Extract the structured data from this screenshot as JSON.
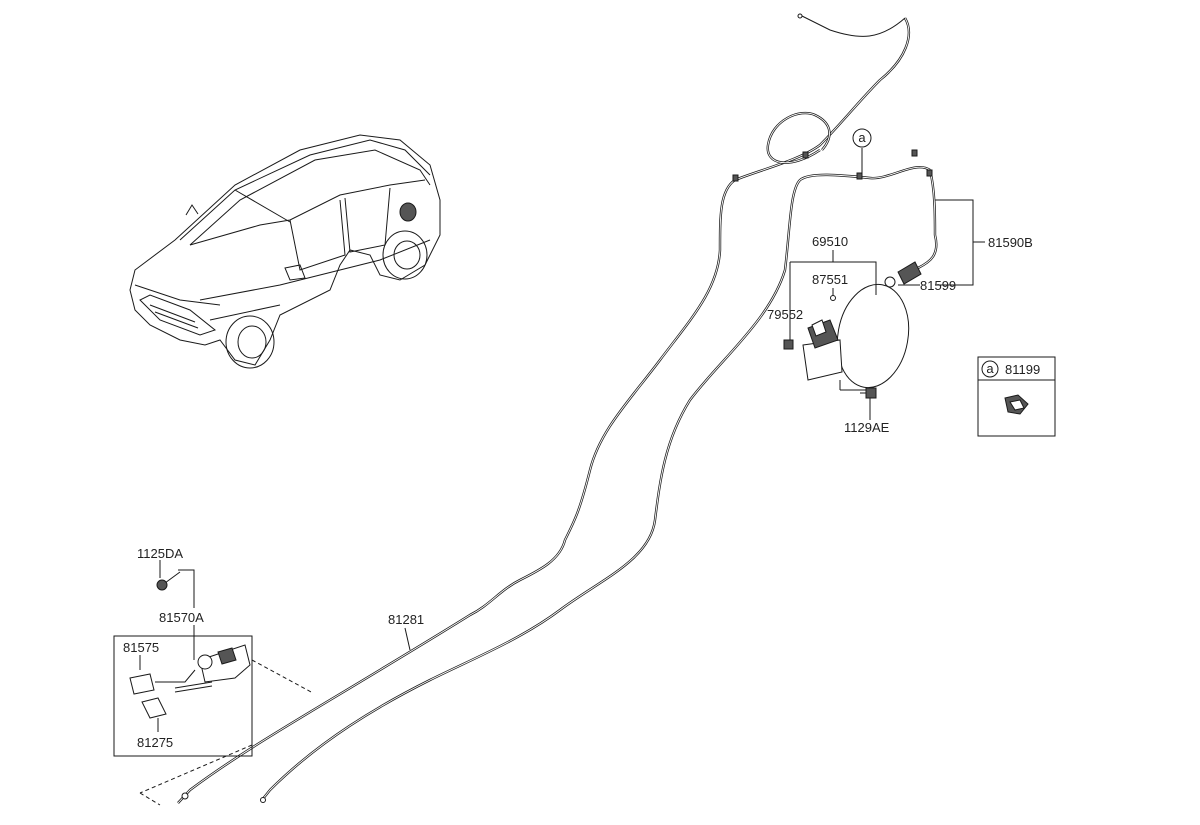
{
  "parts": {
    "p81590B": "81590B",
    "p69510": "69510",
    "p87551": "87551",
    "p79552": "79552",
    "p81599": "81599",
    "p1129AE": "1129AE",
    "p1125DA": "1125DA",
    "p81570A": "81570A",
    "p81575": "81575",
    "p81275": "81275",
    "p81281": "81281"
  },
  "ref_marker": "a",
  "inset": {
    "marker": "a",
    "part": "81199"
  }
}
